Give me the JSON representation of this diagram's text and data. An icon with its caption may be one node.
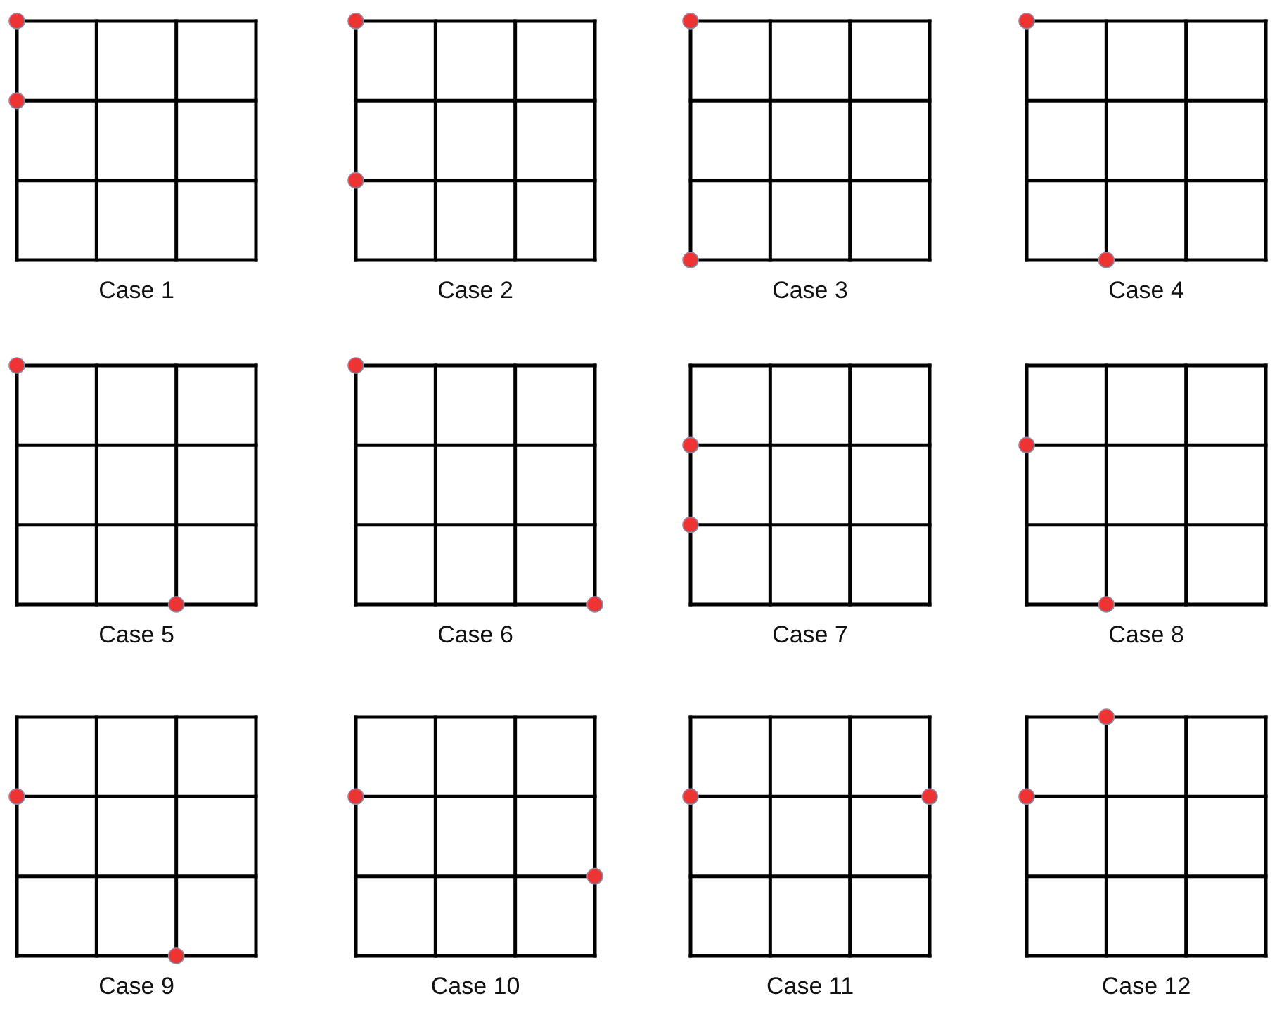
{
  "diagram": {
    "labels": [
      "Case 1",
      "Case 2",
      "Case 3",
      "Case 4",
      "Case 5",
      "Case 6",
      "Case 7",
      "Case 8",
      "Case 9",
      "Case 10",
      "Case 11",
      "Case 12"
    ]
  }
}
